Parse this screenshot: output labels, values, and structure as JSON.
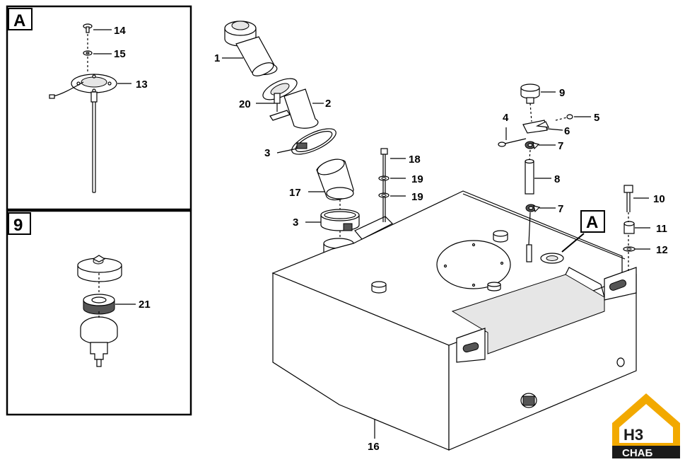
{
  "panel_labels": {
    "detail_a": "A",
    "detail_9": "9",
    "callout_a": "A"
  },
  "part_numbers": {
    "p1": "1",
    "p2": "2",
    "p3a": "3",
    "p3b": "3",
    "p4": "4",
    "p5": "5",
    "p6": "6",
    "p7a": "7",
    "p7b": "7",
    "p8": "8",
    "p9": "9",
    "p10": "10",
    "p11": "11",
    "p12": "12",
    "p13": "13",
    "p14": "14",
    "p15": "15",
    "p16": "16",
    "p17": "17",
    "p18": "18",
    "p19a": "19",
    "p19b": "19",
    "p20": "20",
    "p21": "21"
  },
  "logo": {
    "mark": "Н3",
    "text": "СНАБ",
    "accent": "#f2a900",
    "dark": "#1a1a1a"
  }
}
